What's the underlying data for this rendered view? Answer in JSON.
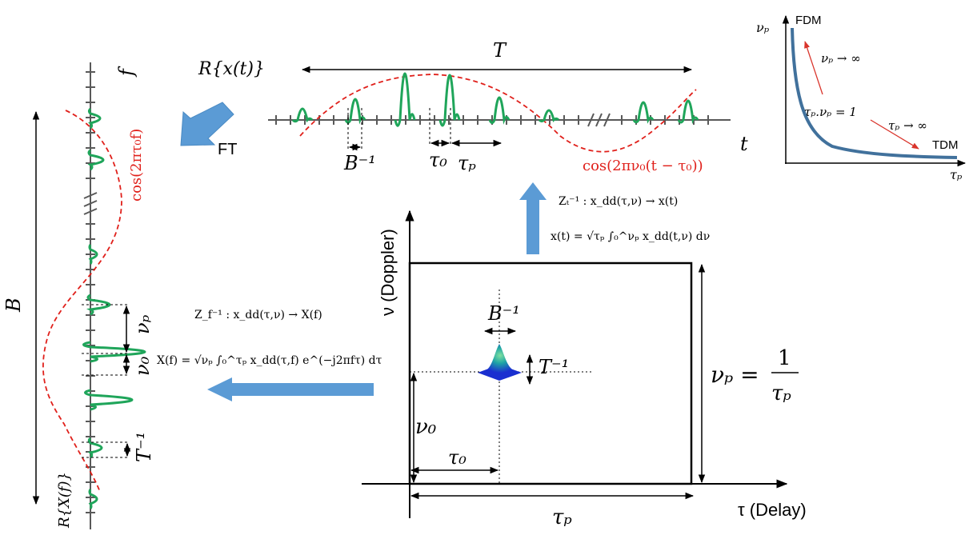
{
  "time_panel": {
    "signal_label": "R{x(t)}",
    "period_label": "T",
    "axis_label": "t",
    "bandwidth_inv_label": "B⁻¹",
    "tau0_label": "τ₀",
    "taup_label": "τₚ",
    "envelope_label": "cos(2πν₀(t − τ₀))"
  },
  "freq_panel": {
    "signal_label": "R{X(f)}",
    "axis_label": "f",
    "bandwidth_label": "B",
    "envelope_label": "cos(2πτ₀f)",
    "nup_label": "νₚ",
    "nu0_label": "ν₀",
    "T_inv_label": "T⁻¹"
  },
  "ft_label": "FT",
  "dd_grid": {
    "doppler_axis": "ν (Doppler)",
    "delay_axis": "τ (Delay)",
    "bandwidth_inv_label": "B⁻¹",
    "T_inv_label": "T⁻¹",
    "nu0_label": "ν₀",
    "tau0_label": "τ₀",
    "taup_label": "τₚ",
    "nup_lhs": "νₚ =",
    "nup_num": "1",
    "nup_den": "τₚ"
  },
  "zt_inverse": {
    "line1": "Zₜ⁻¹ :  x_dd(τ,ν) → x(t)",
    "line2": "x(t) = √τₚ ∫₀^νₚ x_dd(t,ν) dν"
  },
  "zf_inverse": {
    "line1": "Z_f⁻¹ :  x_dd(τ,ν) → X(f)",
    "line2": "X(f) = √νₚ ∫₀^τₚ x_dd(τ,f) e^(−j2πfτ) dτ"
  },
  "inset": {
    "y_axis": "νₚ",
    "x_axis": "τₚ",
    "top_label": "FDM",
    "bottom_label": "TDM",
    "up_arrow_label": "νₚ → ∞",
    "down_arrow_label": "τₚ → ∞",
    "curve_label": "τₚ.νₚ = 1"
  },
  "colors": {
    "pulse": "#1fa55a",
    "envelope": "#e0201b",
    "arrow_blue": "#5b9bd5",
    "inset_curve": "#41719c",
    "inset_arrow": "#d9342b",
    "axis": "#595959"
  }
}
